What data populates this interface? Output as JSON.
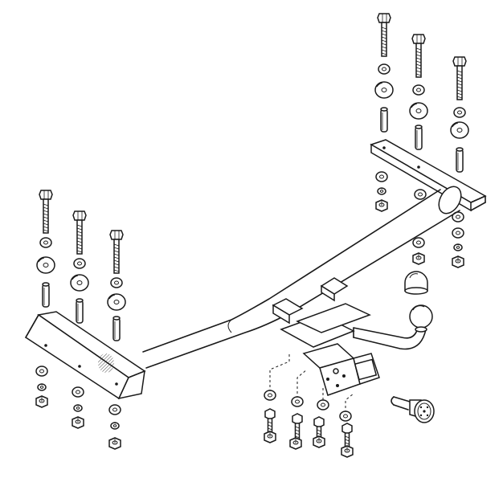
{
  "diagram": {
    "kind": "exploded-assembly-drawing",
    "subject": "tow-bar-hitch",
    "line_color": "#1a1a1a",
    "background": "#ffffff"
  },
  "parts": {
    "crossbar": "crossbar-tube",
    "left_bracket": "left-mounting-bracket",
    "right_bracket": "right-mounting-bracket",
    "tow_ball": "tow-ball",
    "ball_cover": "tow-ball-cover",
    "socket_plate": "socket-mounting-plate",
    "electrical_socket": "electrical-socket-plug",
    "bolt": "hex-bolt",
    "washer": "flat-washer",
    "spring_washer": "spring-washer",
    "nut": "hex-nut",
    "spacer": "spacer-sleeve"
  }
}
